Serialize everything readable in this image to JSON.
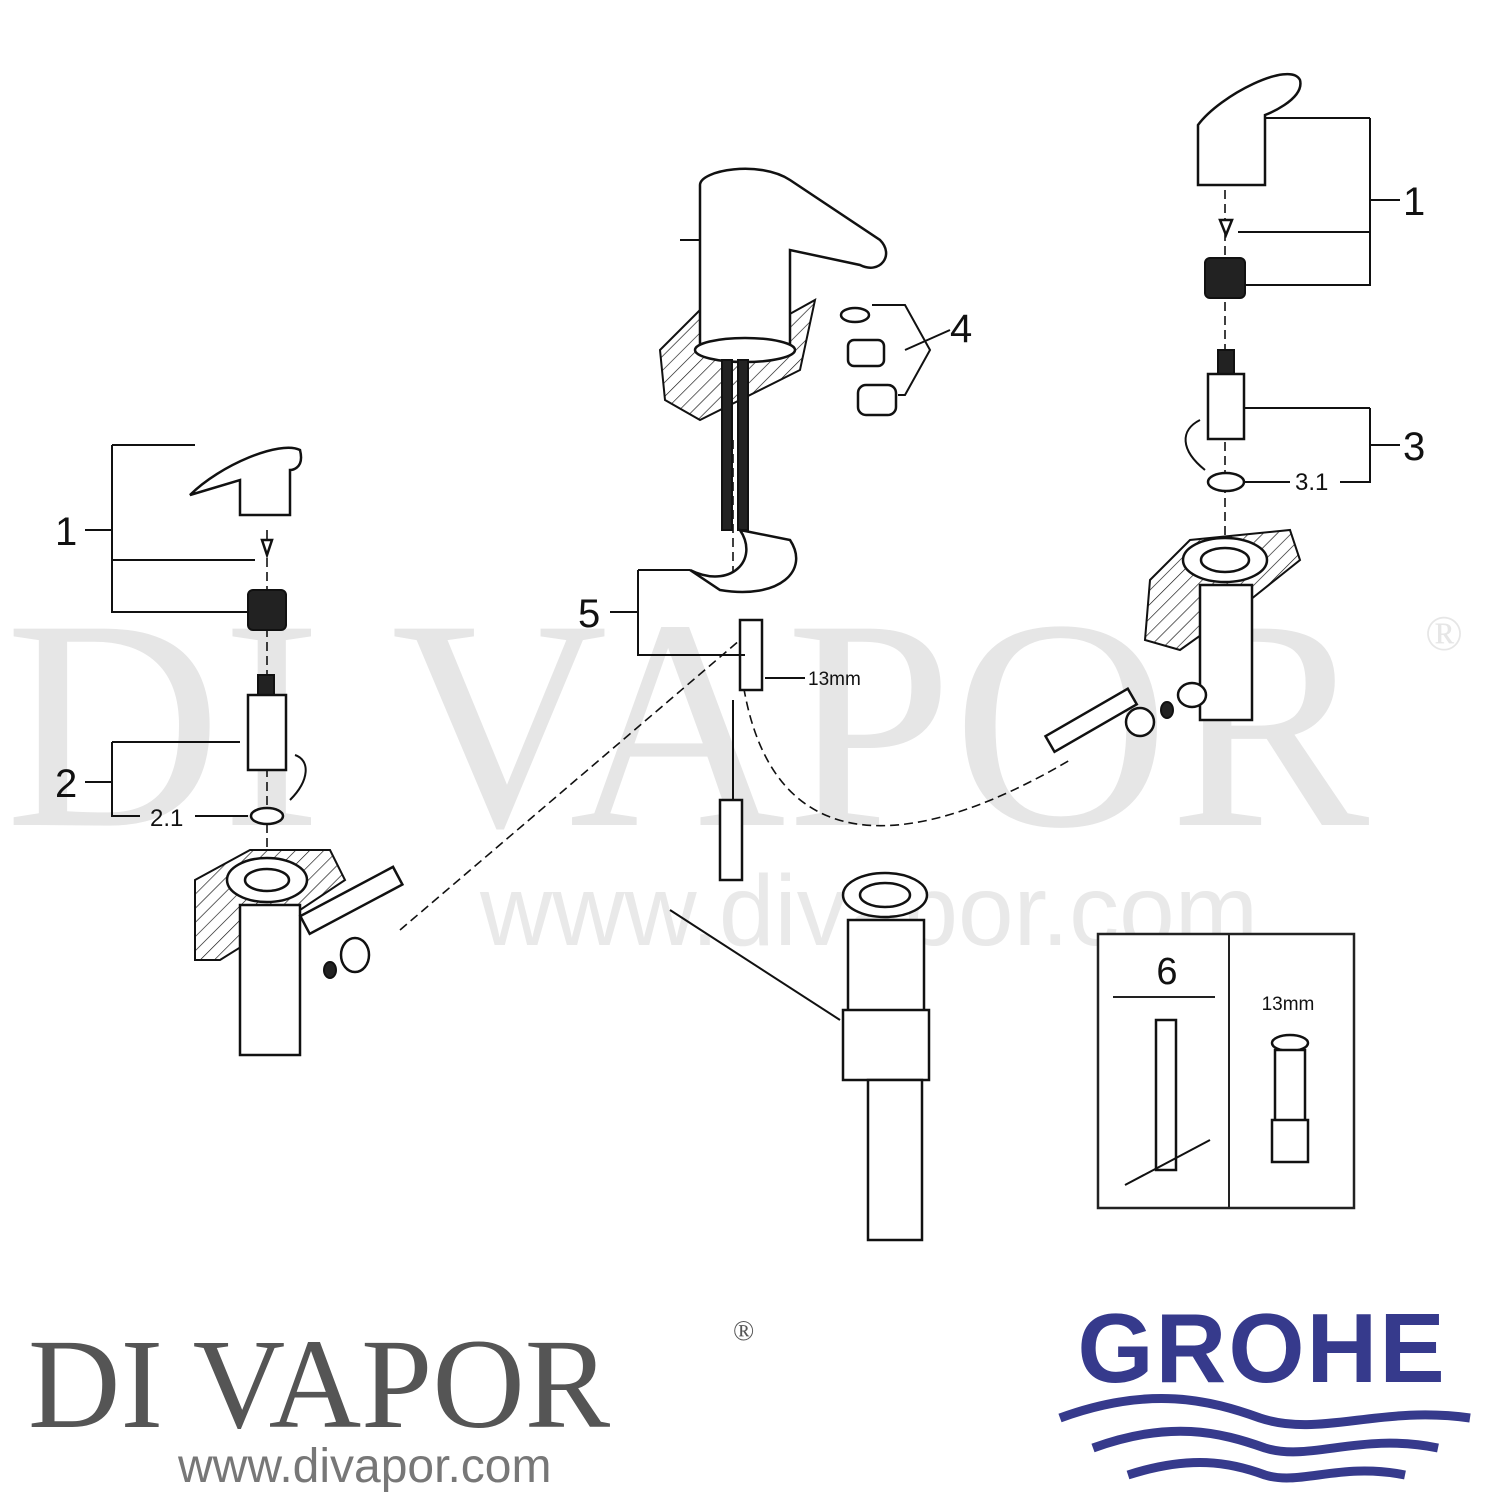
{
  "watermark": {
    "brand": "DI VAPOR",
    "registered": "®",
    "url": "www.divapor.com"
  },
  "callouts": {
    "left_set_1": "1",
    "left_cartridge_2": "2",
    "left_oring_2_1": "2.1",
    "lift_rod_5": "5",
    "nut_size": "13mm",
    "aerator_4": "4",
    "right_set_1": "1",
    "right_cartridge_3": "3",
    "right_oring_3_1": "3.1"
  },
  "tool_box": {
    "label": "6",
    "socket_size": "13mm"
  },
  "footer": {
    "brand": "DI VAPOR",
    "registered": "®",
    "url": "www.divapor.com",
    "partner_logo": "GROHE"
  },
  "colors": {
    "grohe_blue": "#363A8C",
    "footer_text": "#555555",
    "watermark": "#e6e6e6"
  }
}
